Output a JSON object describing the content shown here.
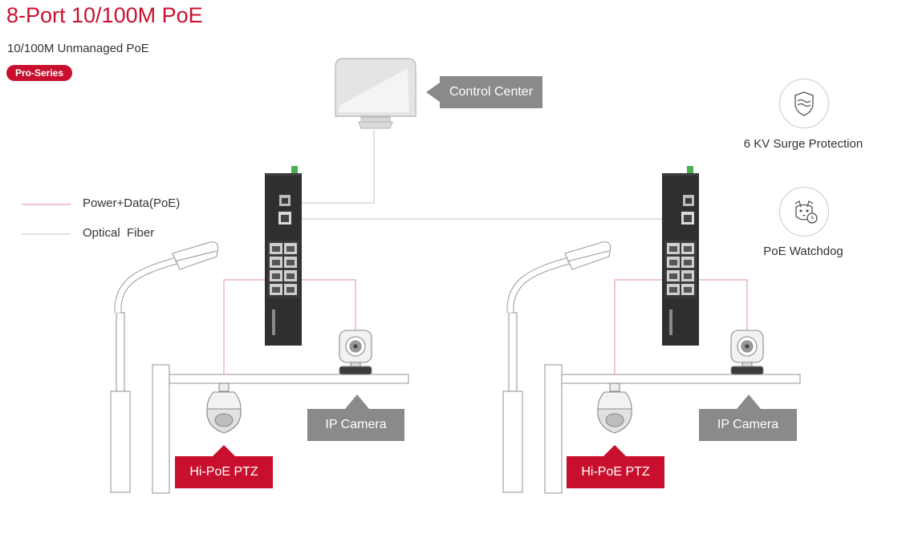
{
  "header": {
    "title": "8-Port 10/100M PoE",
    "subtitle": "10/100M Unmanaged PoE",
    "badge": "Pro-Series"
  },
  "legend": {
    "poe_label": "Power+Data(PoE)",
    "fiber_label": "Optical  Fiber"
  },
  "features": {
    "surge_label": "6 KV Surge Protection",
    "watchdog_label": "PoE Watchdog"
  },
  "devices": {
    "control_center_label": "Control Center",
    "left_ip_camera_label": "IP Camera",
    "left_ptz_label": "Hi-PoE PTZ",
    "right_ip_camera_label": "IP Camera",
    "right_ptz_label": "Hi-PoE PTZ"
  },
  "colors": {
    "brand_red": "#c8102e",
    "callout_gray": "#8a8a8a",
    "poe_line": "#e6a3ab",
    "fiber_line": "#cfcfcf"
  }
}
